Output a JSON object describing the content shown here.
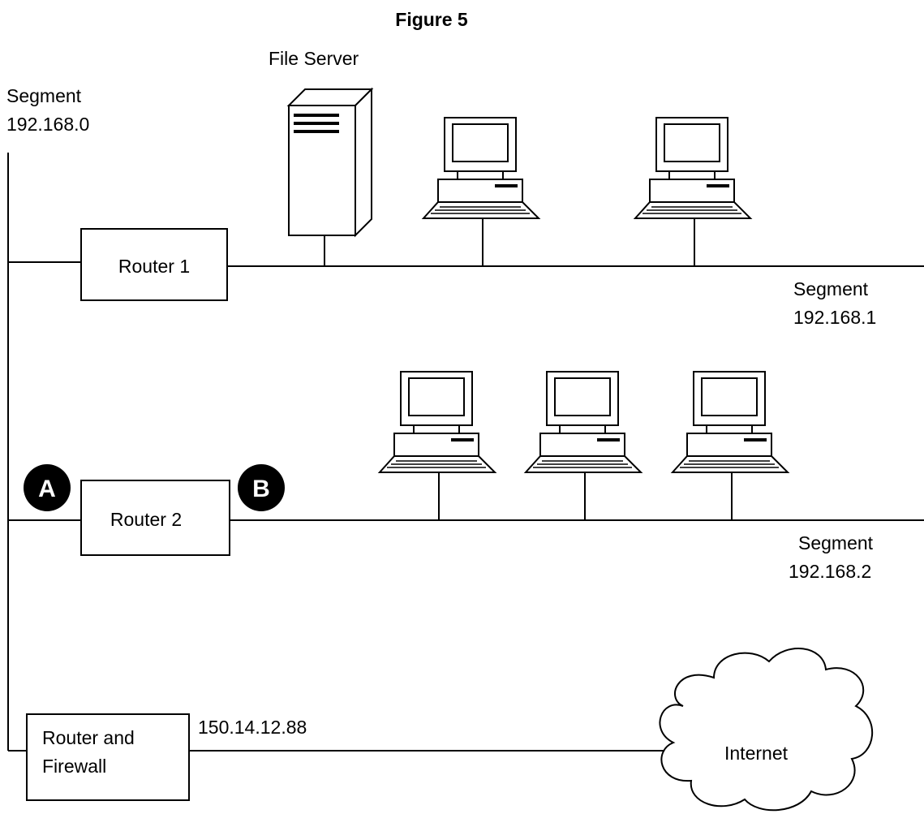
{
  "figure_title": "Figure 5",
  "file_server_label": "File Server",
  "segments": {
    "segment_0": {
      "line1": "Segment",
      "line2": "192.168.0"
    },
    "segment_1": {
      "line1": "Segment",
      "line2": "192.168.1"
    },
    "segment_2": {
      "line1": "Segment",
      "line2": "192.168.2"
    }
  },
  "routers": {
    "router_1": "Router 1",
    "router_2": "Router 2",
    "router_firewall": {
      "line1": "Router and",
      "line2": "Firewall"
    }
  },
  "badges": {
    "a": "A",
    "b": "B"
  },
  "public_ip": "150.14.12.88",
  "internet_label": "Internet",
  "colors": {
    "stroke": "#000000",
    "background": "#ffffff",
    "badge_fill": "#000000",
    "badge_text": "#ffffff"
  }
}
